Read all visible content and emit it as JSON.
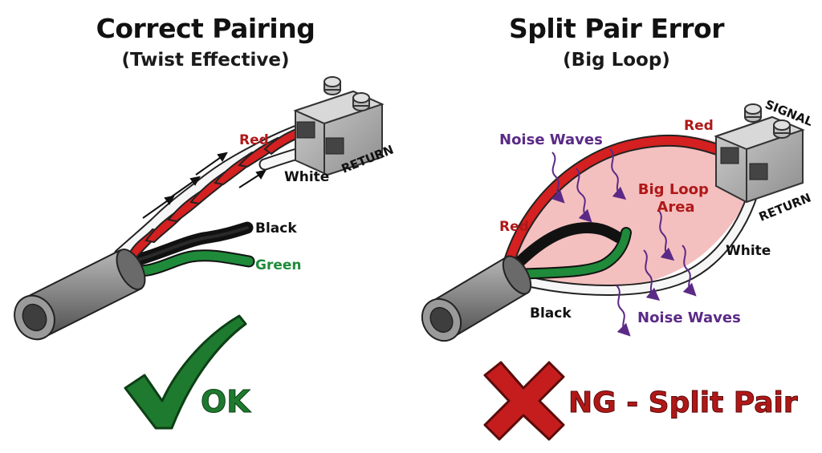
{
  "left": {
    "title": "Correct Pairing",
    "subtitle": "(Twist Effective)",
    "labels": {
      "red": "Red",
      "white": "White",
      "return": "RETURN",
      "black": "Black",
      "green": "Green"
    },
    "verdict": "OK",
    "verdict_icon": "check-icon"
  },
  "right": {
    "title": "Split Pair Error",
    "subtitle": "(Big Loop)",
    "labels": {
      "noise_top": "Noise Waves",
      "red_top": "Red",
      "signal": "SIGNAL",
      "return": "RETURN",
      "loop_area": "Big Loop\nArea",
      "loop_line1": "Big Loop",
      "loop_line2": "Area",
      "red_left": "Red",
      "white": "White",
      "black": "Black",
      "noise_bottom": "Noise Waves"
    },
    "verdict": "NG - Split Pair",
    "verdict_icon": "x-cross-icon"
  },
  "colors": {
    "red_wire": "#d42020",
    "green_wire": "#1f8a3a",
    "black_wire": "#1a1a1a",
    "white_wire": "#f4f4f4",
    "noise_purple": "#5b2a86",
    "loop_fill": "#f3b8b8",
    "ok_green": "#1e7a2e",
    "ng_red": "#b01818"
  }
}
